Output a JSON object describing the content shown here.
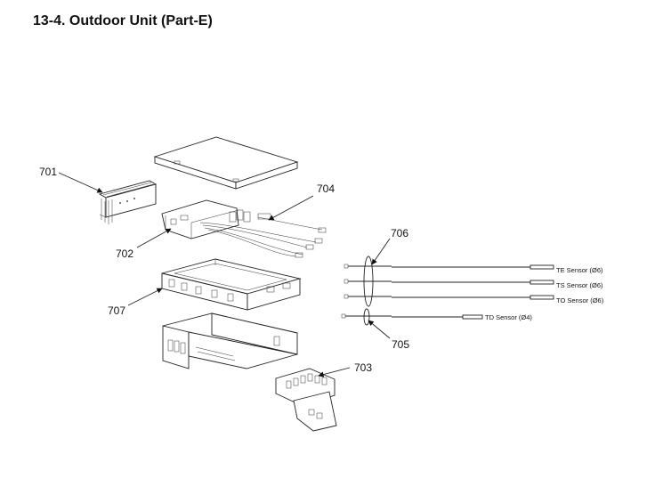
{
  "title": "13-4. Outdoor Unit (Part-E)",
  "callouts": {
    "c701": "701",
    "c702": "702",
    "c703": "703",
    "c704": "704",
    "c705": "705",
    "c706": "706",
    "c707": "707"
  },
  "sensors": {
    "te": "TE Sensor (Ø6)",
    "ts": "TS Sensor (Ø6)",
    "to": "TO Sensor (Ø6)",
    "td": "TD Sensor (Ø4)"
  },
  "colors": {
    "line": "#222222",
    "text": "#111111",
    "background": "#ffffff"
  }
}
